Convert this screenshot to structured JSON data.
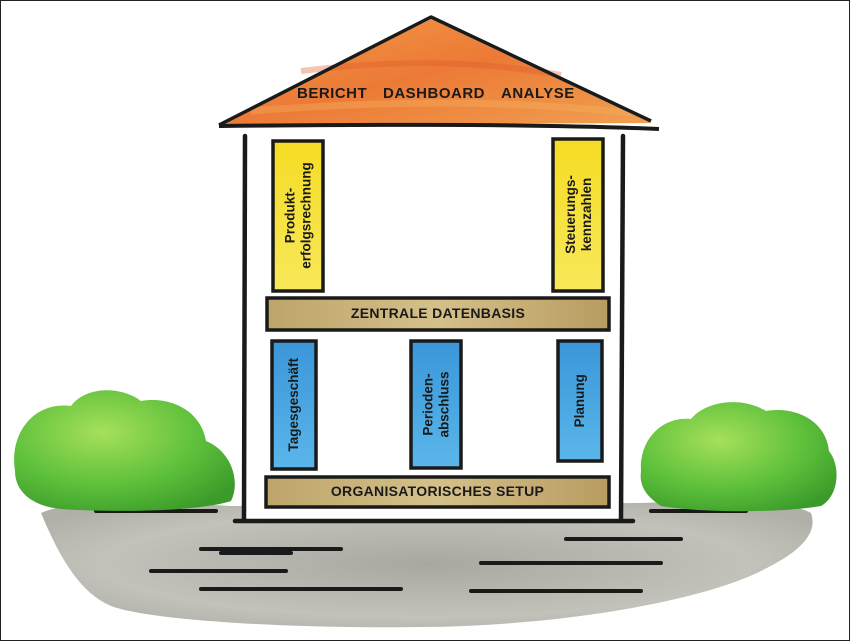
{
  "roof": {
    "items": [
      {
        "label": "BERICHT"
      },
      {
        "label": "DASHBOARD"
      },
      {
        "label": "ANALYSE"
      }
    ]
  },
  "upper_pillars": [
    {
      "line1": "Produkt-",
      "line2": "erfolgsrechnung"
    },
    {
      "line1": "Steuerungs-",
      "line2": "kennzahlen"
    }
  ],
  "central_beam": {
    "label": "ZENTRALE DATENBASIS"
  },
  "lower_pillars": [
    {
      "line1": "Tagesgeschäft",
      "line2": ""
    },
    {
      "line1": "Perioden-",
      "line2": "abschluss"
    },
    {
      "line1": "Planung",
      "line2": ""
    }
  ],
  "foundation": {
    "label": "ORGANISATORISCHES SETUP"
  },
  "colors": {
    "roof": "#f08a3c",
    "roof_dark": "#e5642a",
    "upper_pillars": "#f7df2c",
    "lower_pillars": "#3f9fdc",
    "beams": "#c9b47a",
    "bushes": "#5cbf3a",
    "ground": "#b8b8b0",
    "outline": "#1a1a1a"
  }
}
